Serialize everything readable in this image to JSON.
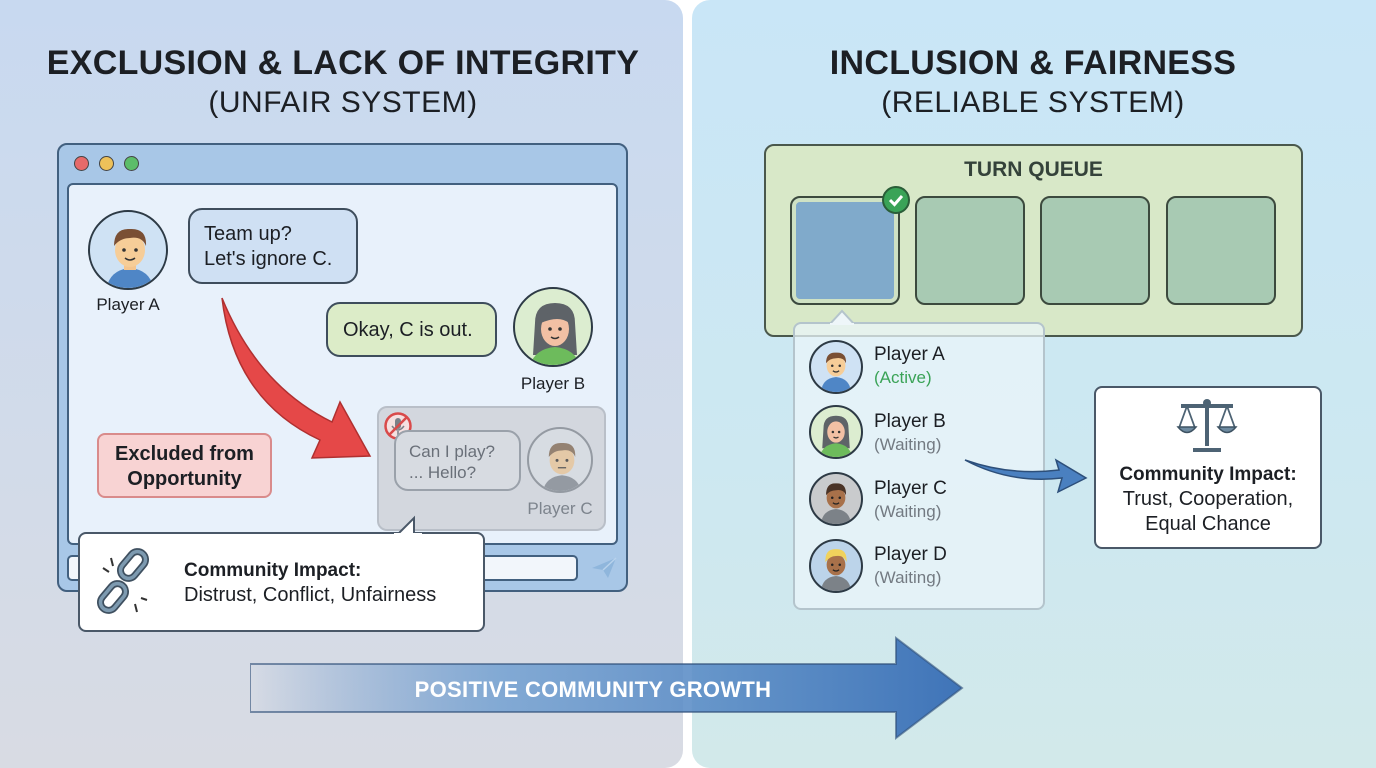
{
  "left": {
    "title": "EXCLUSION & LACK OF INTEGRITY",
    "subtitle": "(UNFAIR SYSTEM)",
    "chat": {
      "messages": [
        {
          "player": "Player A",
          "text_line1": "Team up?",
          "text_line2": "Let's ignore C."
        },
        {
          "player": "Player B",
          "text": "Okay, C is out."
        },
        {
          "player": "Player C",
          "text_line1": "Can I play?",
          "text_line2": "... Hello?",
          "muted": true
        }
      ]
    },
    "excluded_label_line1": "Excluded from",
    "excluded_label_line2": "Opportunity",
    "impact": {
      "heading": "Community Impact:",
      "text": "Distrust, Conflict, Unfairness",
      "icon": "broken-chain-icon"
    }
  },
  "right": {
    "title": "INCLUSION & FAIRNESS",
    "subtitle": "(RELIABLE SYSTEM)",
    "queue": {
      "title": "TURN QUEUE",
      "slots": 4,
      "active_slot": 1,
      "players": [
        {
          "name": "Player A",
          "status": "(Active)"
        },
        {
          "name": "Player B",
          "status": "(Waiting)"
        },
        {
          "name": "Player C",
          "status": "(Waiting)"
        },
        {
          "name": "Player D",
          "status": "(Waiting)"
        }
      ]
    },
    "impact": {
      "heading": "Community Impact:",
      "line1": "Trust, Cooperation,",
      "line2": "Equal Chance",
      "icon": "scales-icon"
    }
  },
  "footer_arrow": {
    "label": "POSITIVE COMMUNITY GROWTH"
  },
  "colors": {
    "active": "#3aa357",
    "exclusion_red": "#e24040",
    "growth_blue": "#4a7fc0"
  }
}
